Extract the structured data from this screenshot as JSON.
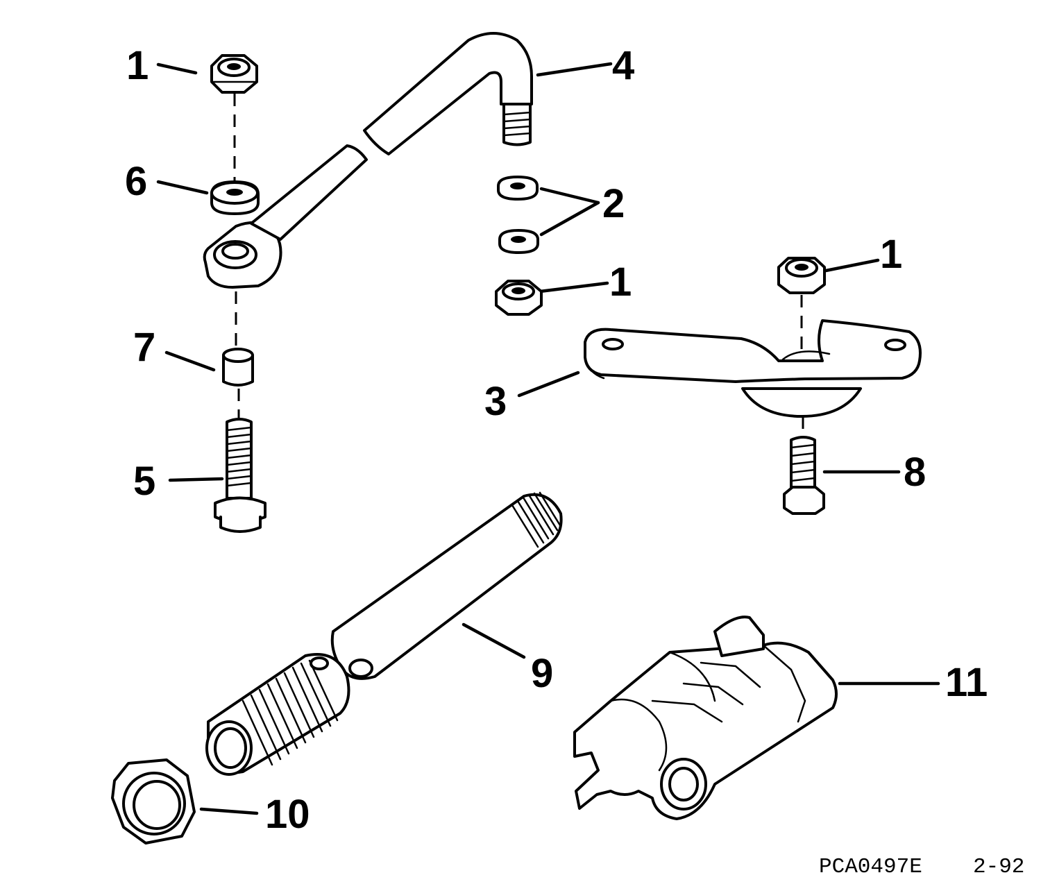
{
  "callouts": {
    "c1a": "1",
    "c4": "4",
    "c6": "6",
    "c2": "2",
    "c1b": "1",
    "c1c": "1",
    "c7": "7",
    "c3": "3",
    "c5": "5",
    "c8": "8",
    "c9": "9",
    "c11": "11",
    "c10": "10"
  },
  "footer": {
    "code": "PCA0497E",
    "date": "2-92"
  }
}
